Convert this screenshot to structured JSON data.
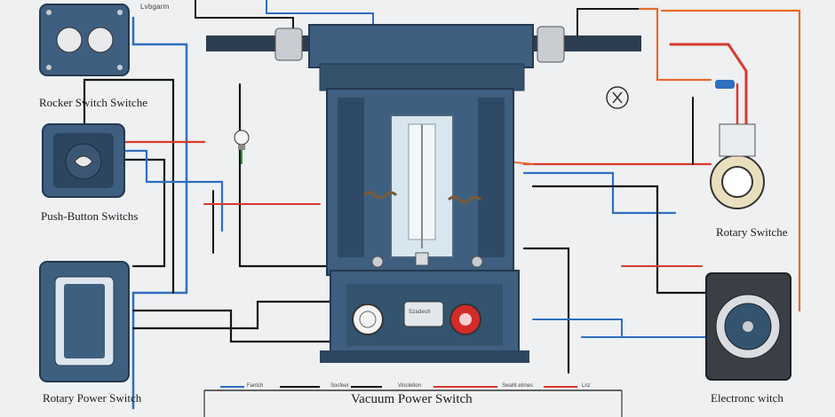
{
  "diagram": {
    "title": "Vacuum Power Switch",
    "labels": {
      "top_left": "Lvbgarm",
      "rocker": "Rocker Switch Switche",
      "push_button": "Push-Button Switchs",
      "rotary_power": "Rotary Power Switch",
      "rotary_switch": "Rotary Switche",
      "electronic": "Electronc witch",
      "gauge_badge": "Szadesh",
      "legend": [
        "Fantch",
        "Socfeer",
        "Vincletion",
        "Swaht etrnes",
        "Lnz"
      ]
    },
    "colors": {
      "machine": "#3e5f7f",
      "machine_dark": "#24394f",
      "wire_red": "#d83a2c",
      "wire_blue": "#2e6fc0",
      "wire_black": "#151515",
      "wire_orange": "#e86a2a",
      "background": "#eef0f2"
    },
    "icons": [
      "toggle-switch-icon",
      "bulb-icon",
      "fan-icon",
      "gauge-icon",
      "red-knob-icon",
      "electronic-switch-icon"
    ]
  }
}
